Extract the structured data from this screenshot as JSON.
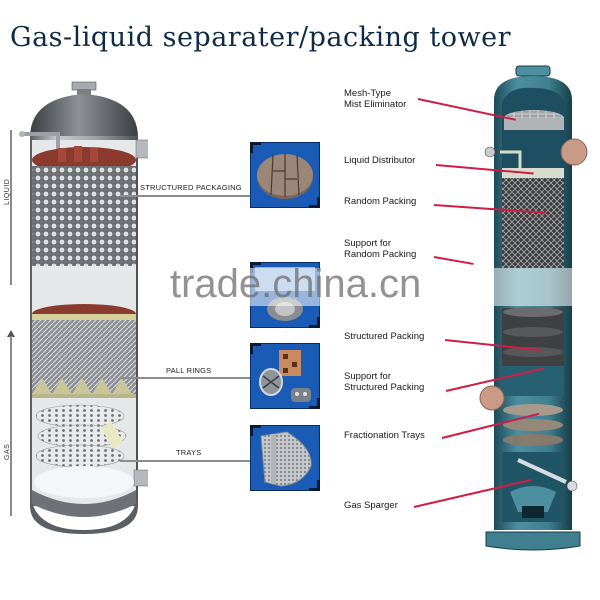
{
  "title": "Gas-liquid separater/packing tower",
  "left_diagram": {
    "axis_labels": {
      "liquid": "LIQUID",
      "gas": "GAS"
    },
    "callouts": [
      {
        "label": "STRUCTURED PACKAGING",
        "thumbnail": "structured-packing-disc"
      },
      {
        "label": "PALL RINGS",
        "thumbnail": "pall-rings"
      },
      {
        "label": "TRAYS",
        "thumbnail": "tray-plate"
      }
    ],
    "colors": {
      "thumbnail_bg": "#1a5bb5",
      "shell": "#9aa0a6",
      "distributor": "#8b3a2e",
      "leader_line": "#8d8d8d"
    }
  },
  "right_diagram": {
    "labels": [
      {
        "text": "Mesh-Type\nMist Eliminator",
        "line1": "Mesh-Type",
        "line2": "Mist Eliminator"
      },
      {
        "text": "Liquid Distributor",
        "line1": "Liquid Distributor"
      },
      {
        "text": "Random Packing",
        "line1": "Random Packing"
      },
      {
        "text": "Support for\nRandom Packing",
        "line1": "Support for",
        "line2": "Random Packing"
      },
      {
        "text": "Structured Packing",
        "line1": "Structured Packing"
      },
      {
        "text": "Support for\nStructured Packing",
        "line1": "Support for",
        "line2": "Structured Packing"
      },
      {
        "text": "Fractionation Trays",
        "line1": "Fractionation Trays"
      },
      {
        "text": "Gas Sparger",
        "line1": "Gas Sparger"
      }
    ],
    "colors": {
      "shell": "#3f7f8f",
      "shell_dark": "#1d4a58",
      "leader_line": "#d11d45",
      "nozzle": "#c99a86"
    }
  },
  "watermark": "trade.china.cn"
}
